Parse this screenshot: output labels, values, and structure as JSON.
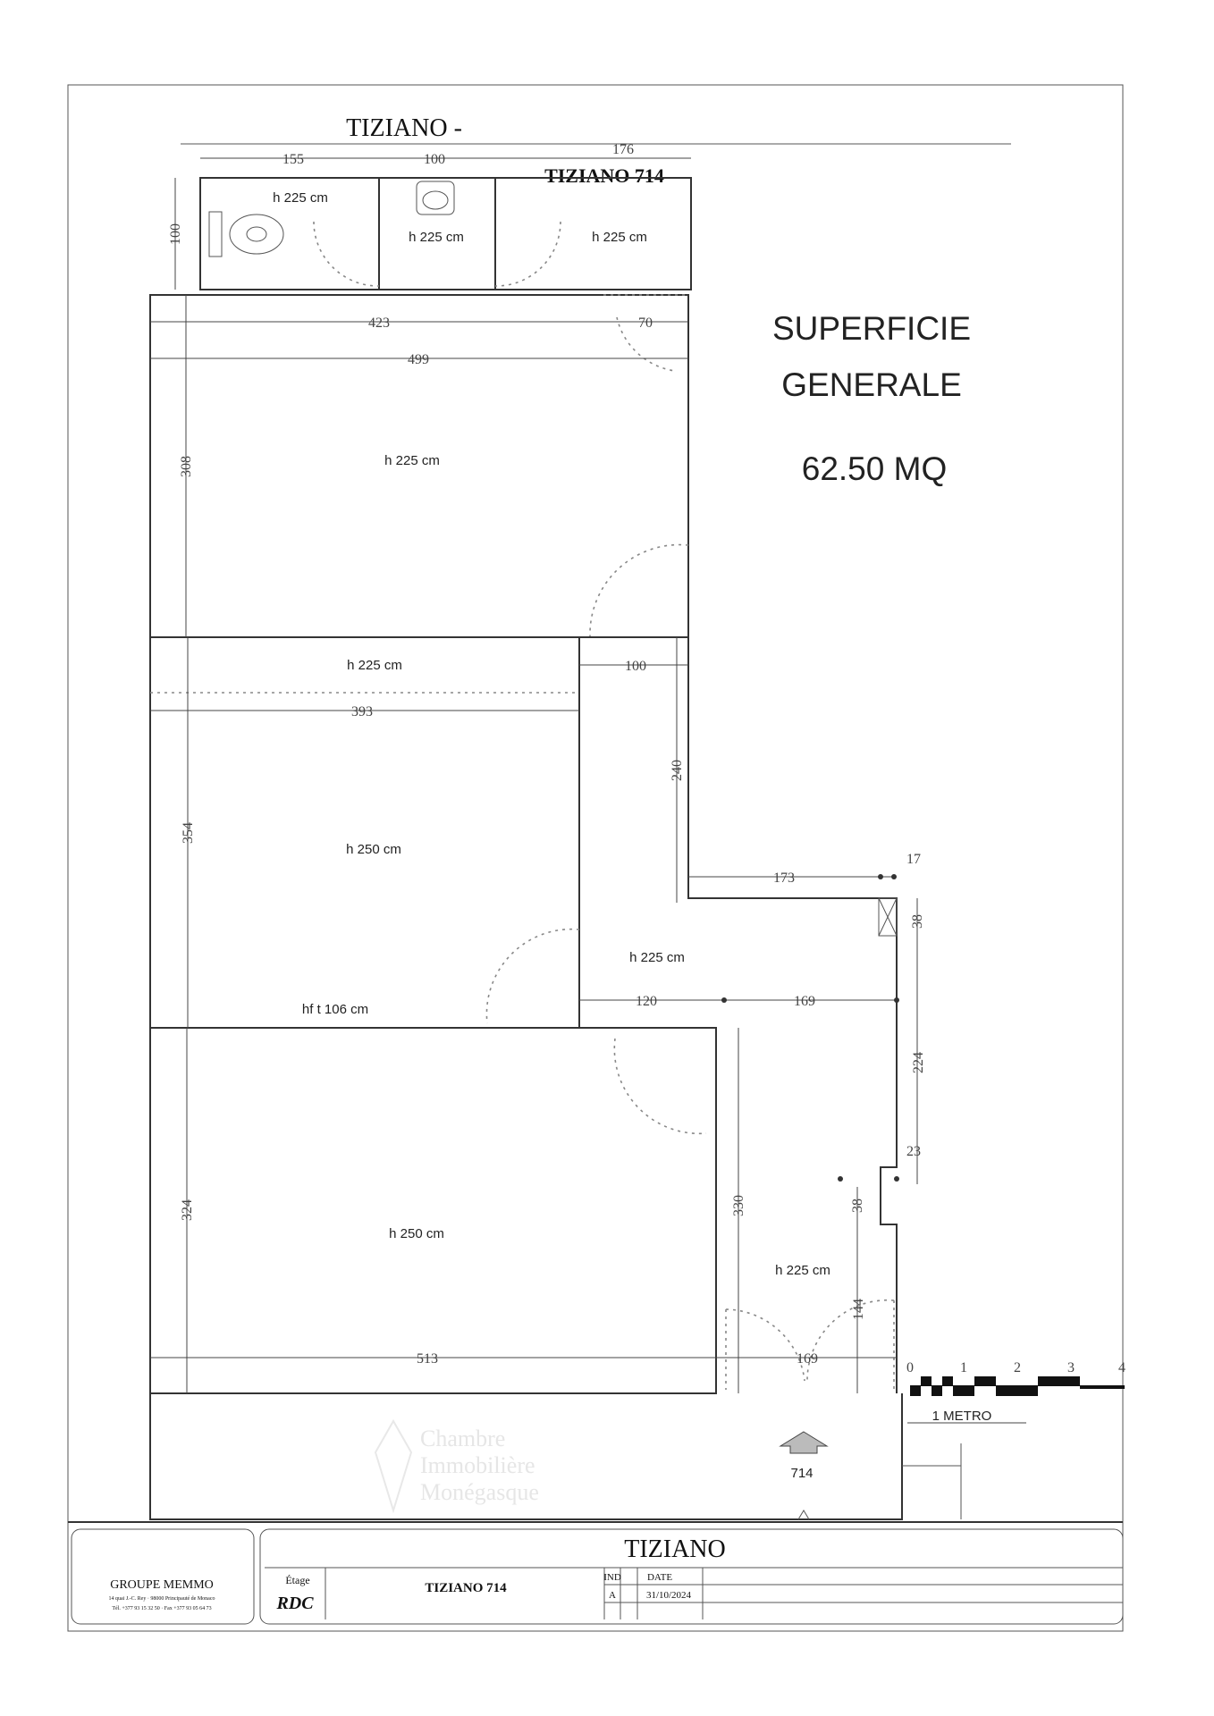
{
  "plan": {
    "header_title": "TIZIANO -",
    "header_subtitle": "TIZIANO 714",
    "area": {
      "line1": "SUPERFICIE",
      "line2": "GENERALE",
      "value": "62.50 MQ"
    },
    "heights": {
      "wc": "h 225 cm",
      "bath": "h 225 cm",
      "storage": "h 225 cm",
      "room1": "h 225 cm",
      "hall": "h 225 cm",
      "room2": "h 250 cm",
      "corridor": "h 225 cm",
      "window": "hf t 106 cm",
      "room3": "h 250 cm",
      "entry": "h 225 cm"
    },
    "dims": {
      "d155": "155",
      "d100a": "100",
      "d176": "176",
      "d100v": "100",
      "d423": "423",
      "d70": "70",
      "d499": "499",
      "d308": "308",
      "d100b": "100",
      "d393": "393",
      "d240": "240",
      "d354": "354",
      "d173": "173",
      "d17": "17",
      "d38a": "38",
      "d120": "120",
      "d169a": "169",
      "d224": "224",
      "d23": "23",
      "d38b": "38",
      "d330": "330",
      "d324": "324",
      "d144": "144",
      "d513": "513",
      "d169b": "169"
    },
    "scale": {
      "label": "1 METRO",
      "ticks": [
        "0",
        "1",
        "2",
        "3",
        "4"
      ]
    },
    "entrance": "714",
    "watermark": [
      "Chambre",
      "Immobilière",
      "Monégasque"
    ]
  },
  "title_block": {
    "company": "GROUPE MEMMO",
    "address": "14 quai J.-C. Rey · 98000 Principauté de Monaco",
    "phone": "Tél. +377 93 15 32 50 · Fax +377 93 05 64 73",
    "project": "TIZIANO",
    "floor_label": "Étage",
    "floor_value": "RDC",
    "unit": "TIZIANO 714",
    "ind_header": "IND",
    "date_header": "DATE",
    "ind_value": "A",
    "date_value": "31/10/2024"
  }
}
